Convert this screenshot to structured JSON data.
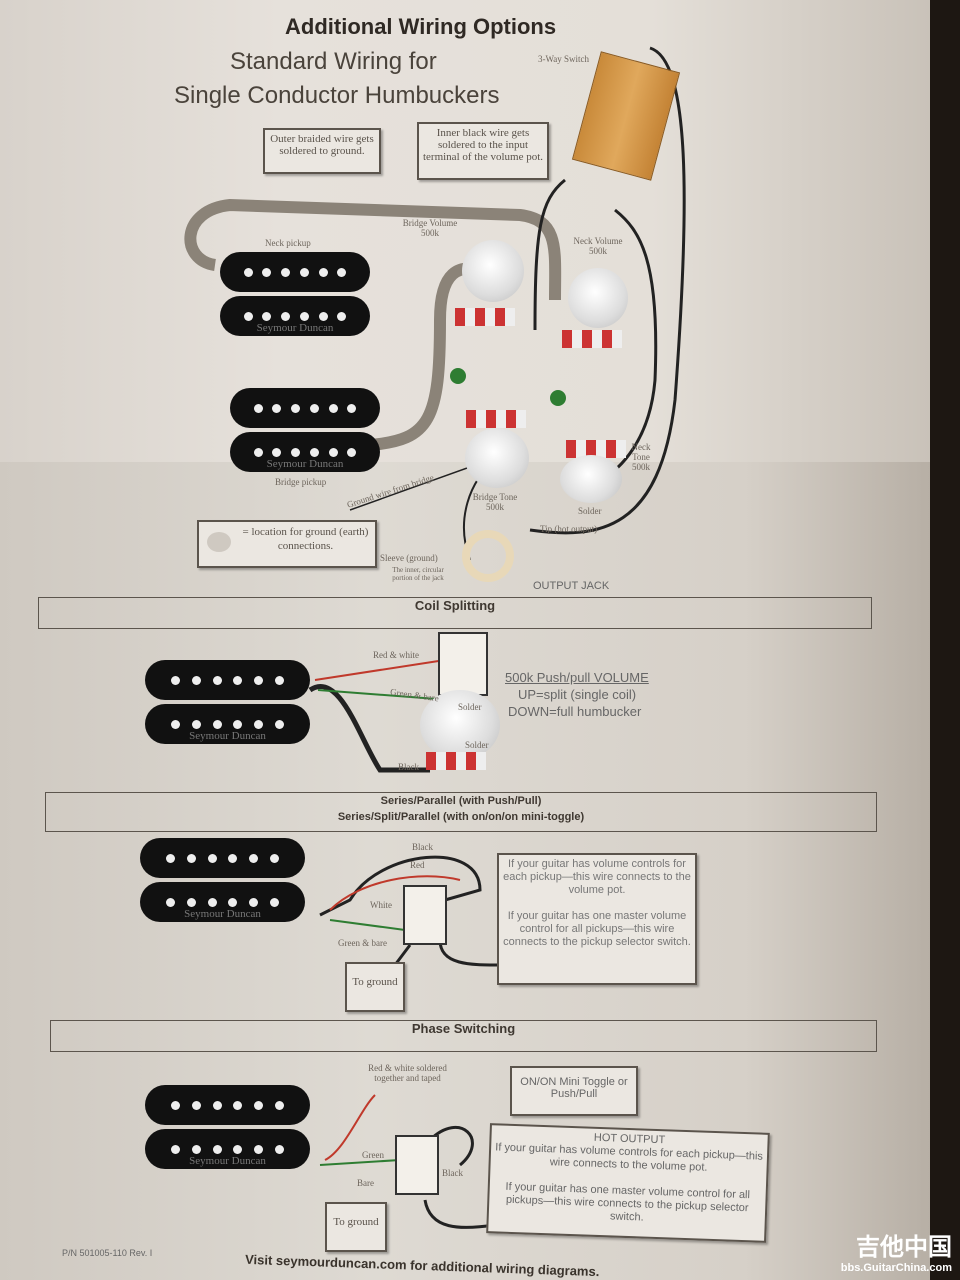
{
  "header": {
    "title": "Additional Wiring Options",
    "subtitle_1": "Standard Wiring for",
    "subtitle_2": "Single Conductor Humbuckers"
  },
  "standard": {
    "switch_label": "3-Way Switch",
    "note_outer": "Outer braided wire gets soldered to ground.",
    "note_inner": "Inner black wire gets soldered to the input terminal of the volume pot.",
    "neck_pickup": "Neck pickup",
    "bridge_pickup": "Bridge pickup",
    "bridge_volume": "Bridge Volume 500k",
    "neck_volume": "Neck Volume 500k",
    "bridge_tone": "Bridge Tone 500k",
    "neck_tone": "Neck Tone 500k",
    "solder": "Solder",
    "ground_wire": "Ground wire from bridge",
    "legend": "= location for ground (earth) connections.",
    "sleeve": "Sleeve (ground)",
    "sleeve_note": "The inner, circular portion of the jack",
    "tip": "Tip (hot output)",
    "output_jack": "OUTPUT JACK"
  },
  "coil_split": {
    "title": "Coil Splitting",
    "red_white": "Red & white",
    "green_bare": "Green & bare",
    "black": "Black",
    "solder": "Solder",
    "desc_1": "500k Push/pull VOLUME",
    "desc_2": "UP=split (single coil)",
    "desc_3": "DOWN=full humbucker"
  },
  "series_parallel": {
    "title_1": "Series/Parallel (with Push/Pull)",
    "title_2": "Series/Split/Parallel (with on/on/on mini-toggle)",
    "black": "Black",
    "red": "Red",
    "white": "White",
    "green_bare": "Green & bare",
    "to_ground": "To ground",
    "note_1": "If your guitar has volume controls for each pickup—this wire connects to the volume pot.",
    "note_2": "If your guitar has one master volume control for all pickups—this wire connects to the pickup selector switch."
  },
  "phase": {
    "title": "Phase Switching",
    "red_white": "Red & white soldered together and taped",
    "toggle": "ON/ON Mini Toggle or Push/Pull",
    "green": "Green",
    "bare": "Bare",
    "black": "Black",
    "to_ground": "To ground",
    "hot_title": "HOT OUTPUT",
    "note_1": "If your guitar has volume controls for each pickup—this wire connects to the volume pot.",
    "note_2": "If your guitar has one master volume control for all pickups—this wire connects to the pickup selector switch."
  },
  "pickup_brand": "Seymour Duncan",
  "footer": {
    "part_number": "P/N 501005-110 Rev. I",
    "visit": "Visit seymourduncan.com for additional wiring diagrams."
  },
  "watermark": {
    "name": "吉他中国",
    "url": "bbs.GuitarChina.com"
  },
  "colors": {
    "wire_red": "#c0392b",
    "wire_green": "#2e7d32",
    "pot_lug_red": "#cc3333",
    "switch_wood": "#d9a050"
  }
}
